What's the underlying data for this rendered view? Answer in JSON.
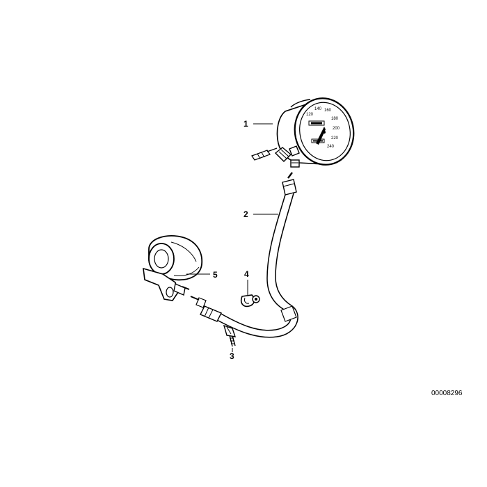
{
  "callouts": {
    "c1": "1",
    "c2": "2",
    "c3": "3",
    "c4": "4",
    "c5": "5"
  },
  "dial_numbers": [
    "120",
    "140",
    "160",
    "180",
    "200",
    "220",
    "240"
  ],
  "reference_code": "00008296"
}
